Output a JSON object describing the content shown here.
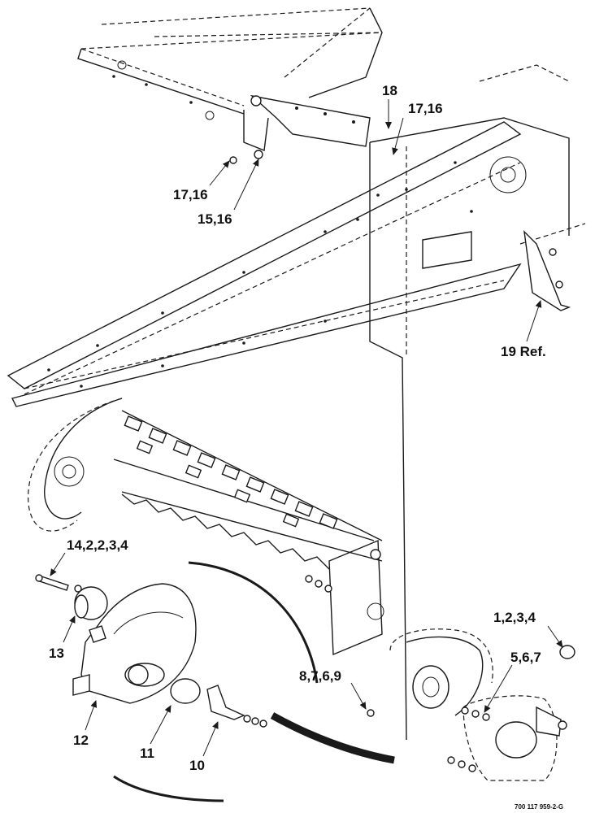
{
  "diagram": {
    "callouts": {
      "c18": "18",
      "c17_16_top": "17,16",
      "c17_16_left": "17,16",
      "c15_16": "15,16",
      "c19_ref": "19 Ref.",
      "c14_2_2_3_4": "14,2,2,3,4",
      "c13": "13",
      "c12": "12",
      "c11": "11",
      "c10": "10",
      "c8_7_6_9": "8,7,6,9",
      "c1_2_3_4": "1,2,3,4",
      "c5_6_7": "5,6,7"
    },
    "drawing_number": "700 117 959-2-G"
  }
}
